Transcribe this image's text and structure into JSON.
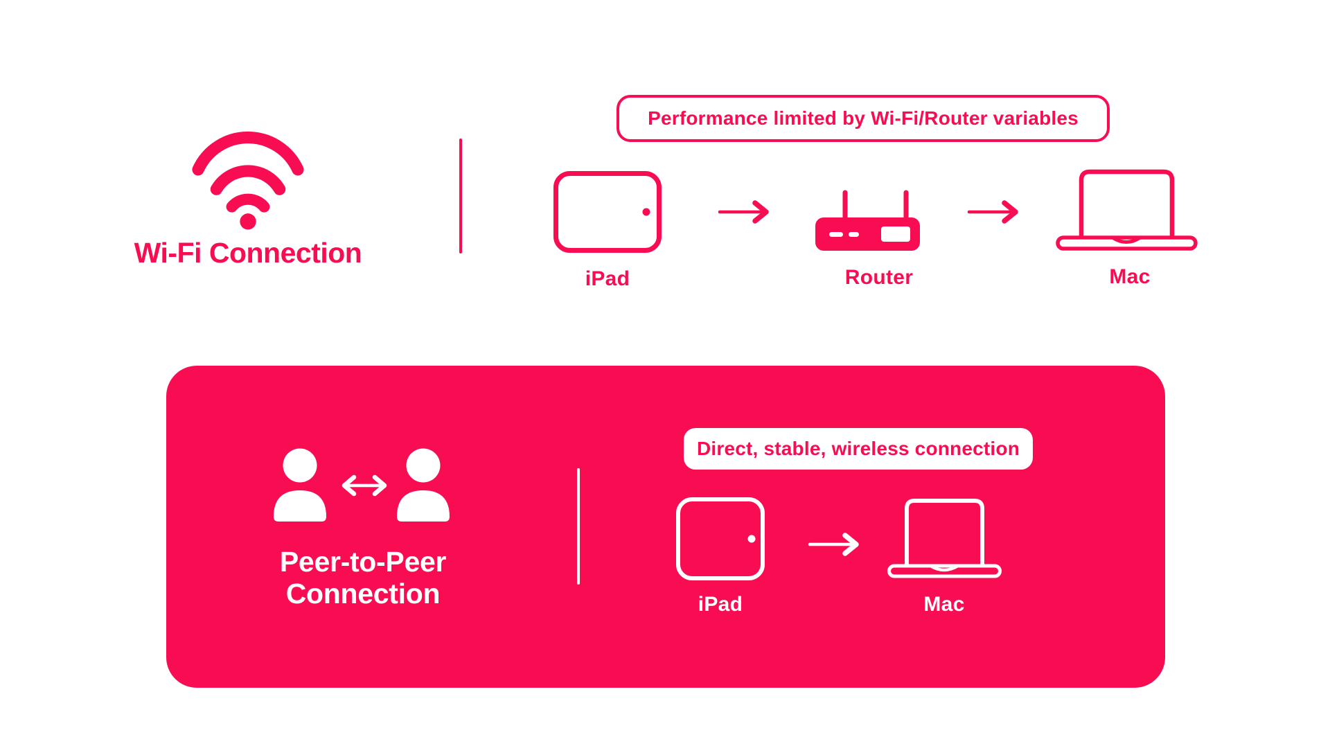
{
  "colors": {
    "brand_pink": "#F80D52",
    "background": "#FFFFFF",
    "badge_fill": "#FFFFFF"
  },
  "top": {
    "title": "Wi-Fi Connection",
    "badge": "Performance limited by Wi-Fi/Router variables",
    "ipad_label": "iPad",
    "router_label": "Router",
    "mac_label": "Mac"
  },
  "bottom": {
    "title_line1": "Peer-to-Peer",
    "title_line2": "Connection",
    "badge": "Direct, stable, wireless connection",
    "ipad_label": "iPad",
    "mac_label": "Mac"
  },
  "icons": {
    "wifi": "wifi-icon",
    "ipad": "ipad-icon",
    "router": "router-icon",
    "mac": "mac-icon",
    "person": "person-icon",
    "arrow_right": "arrow-right-icon",
    "arrow_double": "arrow-double-icon"
  }
}
